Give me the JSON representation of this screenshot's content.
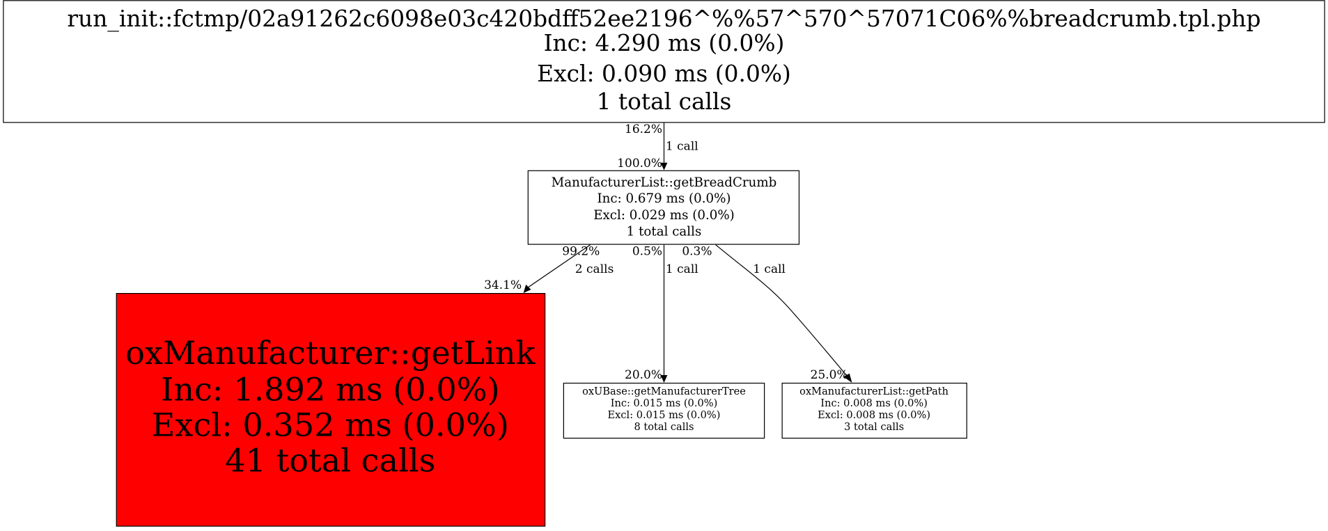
{
  "colors": {
    "hot_node": "#ff0000",
    "node": "#ffffff",
    "stroke": "#000000"
  },
  "nodes": {
    "root": {
      "name": "run_init::fctmp/02a91262c6098e03c420bdff52ee2196^%%57^570^57071C06%%breadcrumb.tpl.php",
      "inc": "Inc: 4.290 ms (0.0%)",
      "excl": "Excl: 0.090 ms (0.0%)",
      "calls": "1 total calls"
    },
    "breadcrumb": {
      "name": "ManufacturerList::getBreadCrumb",
      "inc": "Inc: 0.679 ms (0.0%)",
      "excl": "Excl: 0.029 ms (0.0%)",
      "calls": "1 total calls"
    },
    "getlink": {
      "name": "oxManufacturer::getLink",
      "inc": "Inc: 1.892 ms (0.0%)",
      "excl": "Excl: 0.352 ms (0.0%)",
      "calls": "41 total calls"
    },
    "tree": {
      "name": "oxUBase::getManufacturerTree",
      "inc": "Inc: 0.015 ms (0.0%)",
      "excl": "Excl: 0.015 ms (0.0%)",
      "calls": "8 total calls"
    },
    "path": {
      "name": "oxManufacturerList::getPath",
      "inc": "Inc: 0.008 ms (0.0%)",
      "excl": "Excl: 0.008 ms (0.0%)",
      "calls": "3 total calls"
    }
  },
  "edges": {
    "root_breadcrumb": {
      "tail": "16.2%",
      "label": "1 call",
      "head": "100.0%"
    },
    "breadcrumb_getlink": {
      "tail": "99.2%",
      "label": "2 calls",
      "head": "34.1%"
    },
    "breadcrumb_tree": {
      "tail": "0.5%",
      "label": "1 call",
      "head": "20.0%"
    },
    "breadcrumb_path": {
      "tail": "0.3%",
      "label": "1 call",
      "head": "25.0%"
    }
  }
}
